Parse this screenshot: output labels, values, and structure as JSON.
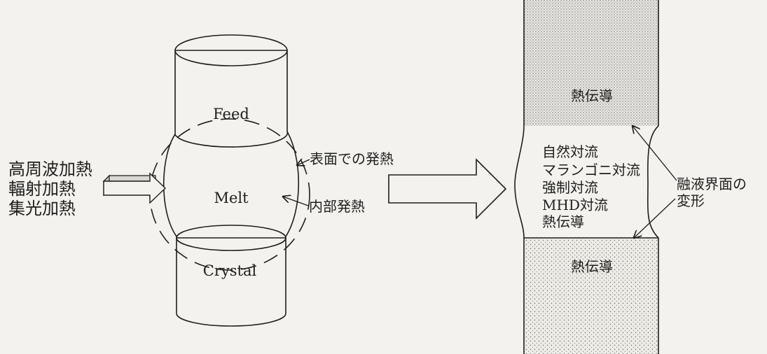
{
  "left_diagram": {
    "heating_methods": [
      "高周波加熱",
      "輻射加熱",
      "集光加熱"
    ],
    "feed_label": "Feed",
    "melt_label": "Melt",
    "crystal_label": "Crystal",
    "surface_heating_label": "表面での発熱",
    "internal_heating_label": "内部発熱"
  },
  "right_diagram": {
    "top_label": "熱伝導",
    "melt_phenomena": [
      "自然対流",
      "マランゴニ対流",
      "強制対流",
      "MHD対流",
      "熱伝導"
    ],
    "interface_label": [
      "融液界面の",
      "変形"
    ],
    "bottom_label": "熱伝導"
  }
}
